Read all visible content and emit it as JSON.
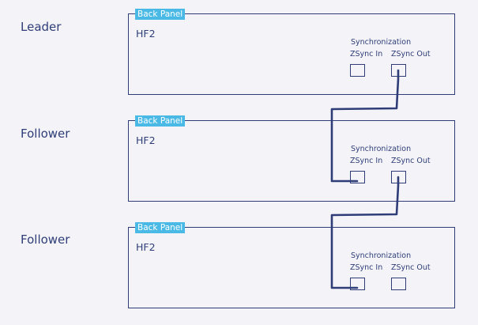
{
  "colors": {
    "background": "#f4f4f8",
    "line": "#2e3d78",
    "tag": "#4ab9e6"
  },
  "devices": [
    {
      "role": "Leader",
      "tag": "Back Panel",
      "model": "HF2",
      "sync_title": "Synchronization",
      "port_in": "ZSync In",
      "port_out": "ZSync Out"
    },
    {
      "role": "Follower",
      "tag": "Back Panel",
      "model": "HF2",
      "sync_title": "Synchronization",
      "port_in": "ZSync In",
      "port_out": "ZSync Out"
    },
    {
      "role": "Follower",
      "tag": "Back Panel",
      "model": "HF2",
      "sync_title": "Synchronization",
      "port_in": "ZSync In",
      "port_out": "ZSync Out"
    }
  ],
  "connections": [
    {
      "from": "devices.0.port_out",
      "to": "devices.1.port_in"
    },
    {
      "from": "devices.1.port_out",
      "to": "devices.2.port_in"
    }
  ]
}
